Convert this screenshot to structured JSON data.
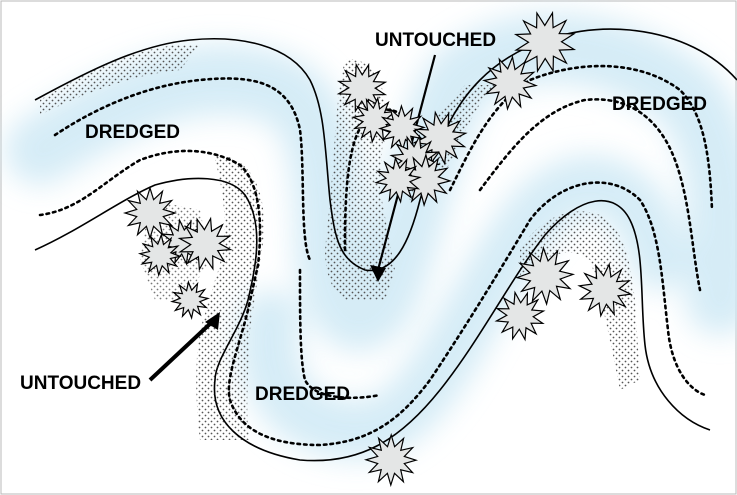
{
  "diagram": {
    "labels": {
      "untouched_top": "UNTOUCHED",
      "dredged_left": "DREDGED",
      "dredged_right": "DREDGED",
      "untouched_left": "UNTOUCHED",
      "dredged_bottom": "DREDGED"
    },
    "colors": {
      "background": "#ffffff",
      "water_tint": "#d4ecf6",
      "bank_line": "#000000",
      "stipple": "#555555",
      "snag_fill": "#e4e6e6",
      "snag_stroke": "#000000"
    },
    "icons": {
      "snag": "snag-burst-icon",
      "arrow": "pointer-arrow-icon"
    }
  }
}
